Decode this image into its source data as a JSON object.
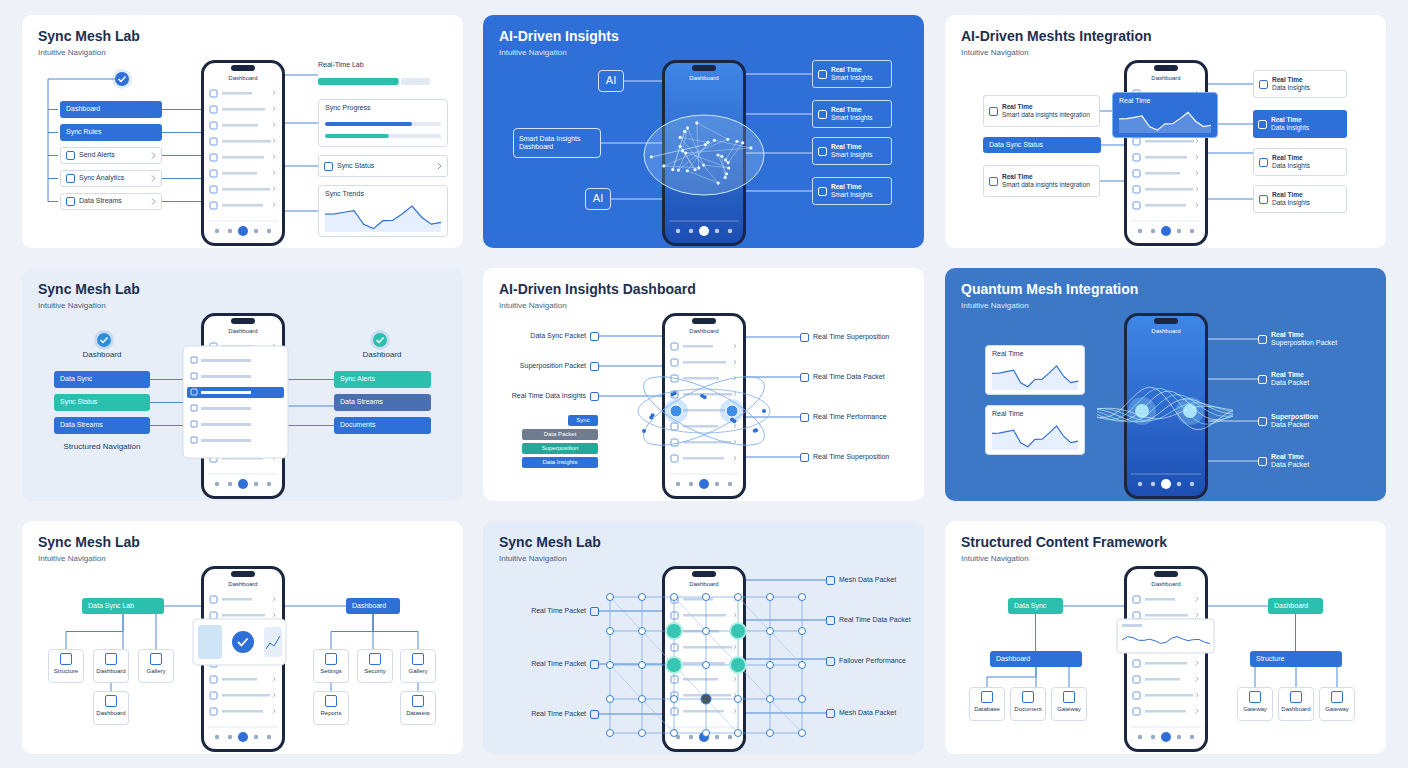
{
  "diagram": {
    "nodes": [
      {
        "text": [
          "Sync Mesh Lab",
          "Intuitive Navigation"
        ]
      },
      {
        "text": [
          "Dashboard"
        ],
        "in": 0
      },
      {
        "text": [
          "Dashboard"
        ],
        "in": 0
      },
      {
        "text": [
          "Sync Rules"
        ],
        "in": 0
      },
      {
        "text": [
          "Send Alerts"
        ],
        "in": 0
      },
      {
        "text": [
          "Sync Analytics"
        ],
        "in": 0
      },
      {
        "text": [
          "Data Streams"
        ],
        "in": 0
      },
      {
        "text": [
          "Real-Time Lab"
        ],
        "in": 0
      },
      {
        "text": [
          "Sync Progress"
        ],
        "in": 0
      },
      {
        "text": [
          "Sync Status"
        ],
        "in": 0
      },
      {
        "text": [
          "Sync Trends"
        ],
        "in": 0
      },
      {
        "text": [
          "AI-Driven Insights",
          "Intuitive Navigation"
        ]
      },
      {
        "text": [
          "Dashboard"
        ],
        "in": 11
      },
      {
        "text": [
          "AI"
        ],
        "in": 11
      },
      {
        "text": [
          "Smart Data Insights Dashboard"
        ],
        "in": 11
      },
      {
        "text": [
          "AI"
        ],
        "in": 11
      },
      {
        "text": [
          "Real Time",
          "Smart Insights"
        ],
        "in": 11
      },
      {
        "text": [
          "Real Time",
          "Smart Insights"
        ],
        "in": 11
      },
      {
        "text": [
          "Real Time",
          "Smart Insights"
        ],
        "in": 11
      },
      {
        "text": [
          "Real Time",
          "Smart Insights"
        ],
        "in": 11
      },
      {
        "text": [
          "AI-Driven Meshts Integration",
          "Intuitive Navigation"
        ]
      },
      {
        "text": [
          "Dashboard"
        ],
        "in": 20
      },
      {
        "text": [
          "Real Time",
          "Smart data insights integration"
        ],
        "in": 20
      },
      {
        "text": [
          "Data Sync Status"
        ],
        "in": 20
      },
      {
        "text": [
          "Real Time",
          "Smart data insights integration"
        ],
        "in": 20
      },
      {
        "text": [
          "Real Time"
        ],
        "in": 20
      },
      {
        "text": [
          "Real Time",
          "Data Insights"
        ],
        "in": 20
      },
      {
        "text": [
          "Real Time",
          "Data Insights"
        ],
        "in": 20
      },
      {
        "text": [
          "Real Time",
          "Data Insights"
        ],
        "in": 20
      },
      {
        "text": [
          "Real Time",
          "Data Insights"
        ],
        "in": 20
      },
      {
        "text": [
          "Sync Mesh Lab",
          "Intuitive Navigation"
        ]
      },
      {
        "text": [
          "Dashboard"
        ],
        "in": 30
      },
      {
        "text": [
          "Data Sync"
        ],
        "in": 30
      },
      {
        "text": [
          "Sync Status"
        ],
        "in": 30
      },
      {
        "text": [
          "Data Streams"
        ],
        "in": 30
      },
      {
        "text": [
          "Sync Alerts"
        ],
        "in": 30
      },
      {
        "text": [
          "Data Streams"
        ],
        "in": 30
      },
      {
        "text": [
          "Documents"
        ],
        "in": 30
      },
      {
        "text": [
          "AI-Driven Insights Dashboard",
          "Intuitive Navigation"
        ]
      },
      {
        "text": [
          "Dashboard"
        ],
        "in": 38
      },
      {
        "text": [
          "Data Sync Packet"
        ],
        "in": 38
      },
      {
        "text": [
          "Superposition Packet"
        ],
        "in": 38
      },
      {
        "text": [
          "Real Time Data Insights"
        ],
        "in": 38
      },
      {
        "text": [
          "Sync"
        ],
        "in": 38
      },
      {
        "text": [
          "Data Packet"
        ],
        "in": 38
      },
      {
        "text": [
          "Superposition"
        ],
        "in": 38
      },
      {
        "text": [
          "Data Insights"
        ],
        "in": 38
      },
      {
        "text": [
          "Real Time Superposition"
        ],
        "in": 38
      },
      {
        "text": [
          "Real Time Data Packet"
        ],
        "in": 38
      },
      {
        "text": [
          "Real Time Performance"
        ],
        "in": 38
      },
      {
        "text": [
          "Real Time Superposition"
        ],
        "in": 38
      },
      {
        "text": [
          "Quantum Mesh Integration",
          "Intuitive Navigation"
        ]
      },
      {
        "text": [
          "Dashboard"
        ],
        "in": 51
      },
      {
        "text": [
          "Real Time"
        ],
        "in": 51
      },
      {
        "text": [
          "Real Time"
        ],
        "in": 51
      },
      {
        "text": [
          "Real Time",
          "Superposition Packet"
        ],
        "in": 51
      },
      {
        "text": [
          "Real Time",
          "Data Packet"
        ],
        "in": 51
      },
      {
        "text": [
          "Superposition",
          "Data Packet"
        ],
        "in": 51
      },
      {
        "text": [
          "Real Time",
          "Data Packet"
        ],
        "in": 51
      },
      {
        "text": [
          "Sync Mesh Lab",
          "Intuitive Navigation"
        ]
      },
      {
        "text": [
          "Dashboard"
        ],
        "in": 59
      },
      {
        "text": [
          "Data Sync Lab"
        ],
        "in": 59
      },
      {
        "text": [
          "Structure"
        ],
        "in": 59
      },
      {
        "text": [
          "Dashboard"
        ],
        "in": 59
      },
      {
        "text": [
          "Gallery"
        ],
        "in": 59
      },
      {
        "text": [
          "Dashboard"
        ],
        "in": 59
      },
      {
        "text": [
          "Dashboard"
        ],
        "in": 59
      },
      {
        "text": [
          "Settings"
        ],
        "in": 59
      },
      {
        "text": [
          "Security"
        ],
        "in": 59
      },
      {
        "text": [
          "Gallery"
        ],
        "in": 59
      },
      {
        "text": [
          "Reports"
        ],
        "in": 59
      },
      {
        "text": [
          "Datasets"
        ],
        "in": 59
      },
      {
        "text": [
          "Sync Mesh Lab",
          "Intuitive Navigation"
        ]
      },
      {
        "text": [
          "Dashboard"
        ],
        "in": 72
      },
      {
        "text": [
          "Real Time Packet"
        ],
        "in": 72
      },
      {
        "text": [
          "Real Time Packet"
        ],
        "in": 72
      },
      {
        "text": [
          "Real Time Packet"
        ],
        "in": 72
      },
      {
        "text": [
          "Mesh Data Packet"
        ],
        "in": 72
      },
      {
        "text": [
          "Real Time Data Packet"
        ],
        "in": 72
      },
      {
        "text": [
          "Failover Performance"
        ],
        "in": 72
      },
      {
        "text": [
          "Mesh Data Packet"
        ],
        "in": 72
      },
      {
        "text": [
          "Structured Content Framework",
          "Intuitive Navigation"
        ]
      },
      {
        "text": [
          "Dashboard"
        ],
        "in": 81
      },
      {
        "text": [
          "Data Sync"
        ],
        "in": 81
      },
      {
        "text": [
          "Dashboard"
        ],
        "in": 81
      },
      {
        "text": [
          "Database"
        ],
        "in": 81
      },
      {
        "text": [
          "Document"
        ],
        "in": 81
      },
      {
        "text": [
          "Gateway"
        ],
        "in": 81
      },
      {
        "text": [
          "Dashboard"
        ],
        "in": 81
      },
      {
        "text": [
          "Structure"
        ],
        "in": 81
      },
      {
        "text": [
          "Gateway"
        ],
        "in": 81
      },
      {
        "text": [
          "Dashboard"
        ],
        "in": 81
      },
      {
        "text": [
          "Gateway"
        ],
        "in": 81
      }
    ],
    "edges": [
      {
        "from": 2,
        "to": 1,
        "arrow": "none"
      },
      {
        "from": 3,
        "to": 1,
        "arrow": "none"
      },
      {
        "from": 4,
        "to": 1,
        "arrow": "none"
      },
      {
        "from": 5,
        "to": 1,
        "arrow": "none"
      },
      {
        "from": 6,
        "to": 1,
        "arrow": "none"
      },
      {
        "from": 1,
        "to": 7,
        "arrow": "none"
      },
      {
        "from": 1,
        "to": 8,
        "arrow": "none"
      },
      {
        "from": 1,
        "to": 9,
        "arrow": "none"
      },
      {
        "from": 1,
        "to": 10,
        "arrow": "none"
      },
      {
        "from": 13,
        "to": 12,
        "arrow": "none"
      },
      {
        "from": 14,
        "to": 12,
        "arrow": "none"
      },
      {
        "from": 15,
        "to": 12,
        "arrow": "none"
      },
      {
        "from": 12,
        "to": 16,
        "arrow": "none"
      },
      {
        "from": 12,
        "to": 17,
        "arrow": "none"
      },
      {
        "from": 12,
        "to": 18,
        "arrow": "none"
      },
      {
        "from": 12,
        "to": 19,
        "arrow": "none"
      },
      {
        "from": 22,
        "to": 21,
        "arrow": "none"
      },
      {
        "from": 23,
        "to": 21,
        "arrow": "none"
      },
      {
        "from": 24,
        "to": 21,
        "arrow": "none"
      },
      {
        "from": 21,
        "to": 26,
        "arrow": "none"
      },
      {
        "from": 21,
        "to": 27,
        "arrow": "none"
      },
      {
        "from": 21,
        "to": 28,
        "arrow": "none"
      },
      {
        "from": 21,
        "to": 29,
        "arrow": "none"
      },
      {
        "from": 32,
        "to": 31,
        "arrow": "none"
      },
      {
        "from": 33,
        "to": 31,
        "arrow": "none"
      },
      {
        "from": 34,
        "to": 31,
        "arrow": "none"
      },
      {
        "from": 31,
        "to": 35,
        "arrow": "none"
      },
      {
        "from": 31,
        "to": 36,
        "arrow": "none"
      },
      {
        "from": 31,
        "to": 37,
        "arrow": "none"
      },
      {
        "from": 40,
        "to": 39,
        "arrow": "none"
      },
      {
        "from": 41,
        "to": 39,
        "arrow": "none"
      },
      {
        "from": 42,
        "to": 39,
        "arrow": "none"
      },
      {
        "from": 39,
        "to": 47,
        "arrow": "none"
      },
      {
        "from": 39,
        "to": 48,
        "arrow": "none"
      },
      {
        "from": 39,
        "to": 49,
        "arrow": "none"
      },
      {
        "from": 39,
        "to": 50,
        "arrow": "none"
      },
      {
        "from": 52,
        "to": 55,
        "arrow": "none"
      },
      {
        "from": 52,
        "to": 56,
        "arrow": "none"
      },
      {
        "from": 52,
        "to": 57,
        "arrow": "none"
      },
      {
        "from": 52,
        "to": 58,
        "arrow": "none"
      },
      {
        "from": 61,
        "to": 60,
        "arrow": "none"
      },
      {
        "from": 61,
        "to": 62,
        "arrow": "none"
      },
      {
        "from": 61,
        "to": 63,
        "arrow": "none"
      },
      {
        "from": 61,
        "to": 64,
        "arrow": "none"
      },
      {
        "from": 63,
        "to": 65,
        "arrow": "none"
      },
      {
        "from": 66,
        "to": 60,
        "arrow": "none"
      },
      {
        "from": 66,
        "to": 67,
        "arrow": "none"
      },
      {
        "from": 66,
        "to": 68,
        "arrow": "none"
      },
      {
        "from": 66,
        "to": 69,
        "arrow": "none"
      },
      {
        "from": 67,
        "to": 70,
        "arrow": "none"
      },
      {
        "from": 69,
        "to": 71,
        "arrow": "none"
      },
      {
        "from": 74,
        "to": 73,
        "arrow": "none"
      },
      {
        "from": 75,
        "to": 73,
        "arrow": "none"
      },
      {
        "from": 76,
        "to": 73,
        "arrow": "none"
      },
      {
        "from": 73,
        "to": 77,
        "arrow": "none"
      },
      {
        "from": 73,
        "to": 78,
        "arrow": "none"
      },
      {
        "from": 73,
        "to": 79,
        "arrow": "none"
      },
      {
        "from": 73,
        "to": 80,
        "arrow": "none"
      },
      {
        "from": 83,
        "to": 82,
        "arrow": "none"
      },
      {
        "from": 83,
        "to": 84,
        "arrow": "none"
      },
      {
        "from": 84,
        "to": 85,
        "arrow": "none"
      },
      {
        "from": 84,
        "to": 86,
        "arrow": "none"
      },
      {
        "from": 84,
        "to": 87,
        "arrow": "none"
      },
      {
        "from": 88,
        "to": 82,
        "arrow": "none"
      },
      {
        "from": 88,
        "to": 89,
        "arrow": "none"
      },
      {
        "from": 89,
        "to": 90,
        "arrow": "none"
      },
      {
        "from": 89,
        "to": 91,
        "arrow": "none"
      },
      {
        "from": 89,
        "to": 92,
        "arrow": "none"
      }
    ],
    "labels": [
      "Dashboard",
      "Dashboard",
      "Structured Navigation"
    ]
  }
}
